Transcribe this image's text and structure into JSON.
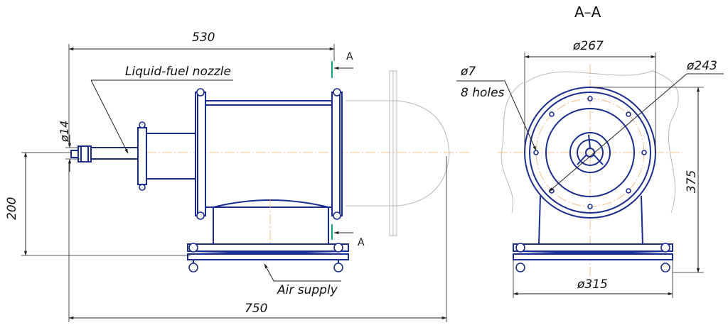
{
  "side_view": {
    "dim_length_530": "530",
    "dim_length_750": "750",
    "dim_height_200": "200",
    "dim_nozzle_d14": "ø14",
    "nozzle_label": "Liquid-fuel nozzle",
    "air_label": "Air supply",
    "section_letter": "A"
  },
  "section_view": {
    "title": "A–A",
    "dim_outer_d267": "ø267",
    "dim_bolt_circle_d243": "ø243",
    "dim_hole_d7": "ø7",
    "hole_count": "8 holes",
    "dim_height_375": "375",
    "dim_base_d315": "ø315"
  },
  "colors": {
    "part_outline": "#1a2d8f",
    "section_marker": "#14a38a",
    "centerline": "#f0b070",
    "ghost_outline": "#b8b8b8"
  }
}
